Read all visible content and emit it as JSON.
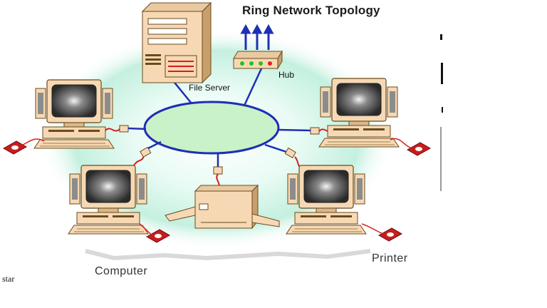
{
  "title": "Ring Network Topology",
  "labels": {
    "file_server": "File Server",
    "hub": "Hub",
    "computer": "Computer",
    "printer": "Printer",
    "corner_text": "star"
  },
  "colors": {
    "ring_fill": "#c9f2c9",
    "ring_stroke": "#1f2fb5",
    "glow": "#bff0e6",
    "device_body": "#f6d9b4",
    "device_shadow": "#b98a4a",
    "screen": "#3b3b3b",
    "connector": "#d61d1d",
    "mouse": "#c81d1d"
  }
}
